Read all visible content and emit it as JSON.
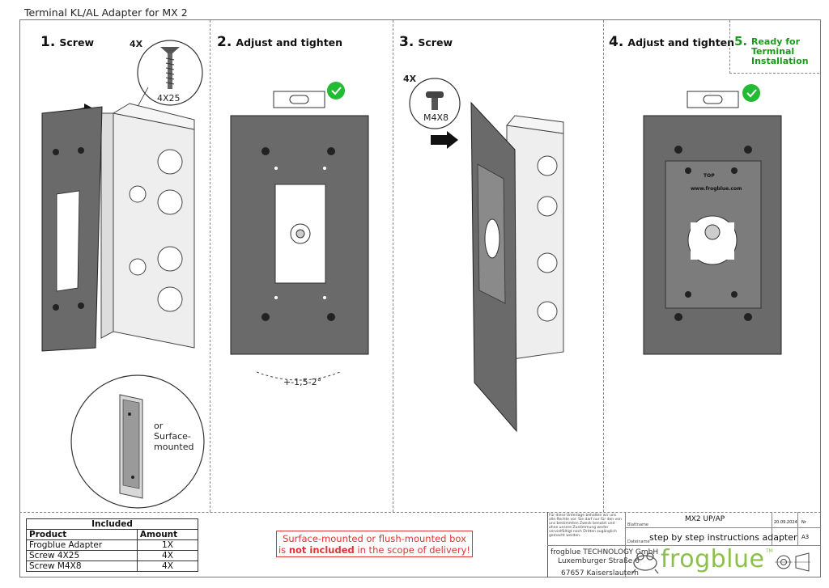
{
  "document": {
    "title": "Terminal KL/AL Adapter for MX 2"
  },
  "steps": [
    {
      "num": "1.",
      "label": "Screw"
    },
    {
      "num": "2.",
      "label": "Adjust and tighten"
    },
    {
      "num": "3.",
      "label": "Screw"
    },
    {
      "num": "4.",
      "label": "Adjust and tighten"
    },
    {
      "num": "5.",
      "label": "Ready for\nTerminal\nInstallation"
    }
  ],
  "step1": {
    "qty": "4X",
    "screw": "4X25",
    "alt": "or\nSurface-\nmounted"
  },
  "step2": {
    "tolerance": "+-1,5-2°"
  },
  "step3": {
    "qty": "4X",
    "screw": "M4X8"
  },
  "step4": {
    "plate_text_top": "TOP",
    "plate_text_url": "www.frogblue.com"
  },
  "included": {
    "title": "Included",
    "headers": [
      "Product",
      "Amount"
    ],
    "rows": [
      {
        "product": "Frogblue Adapter",
        "amount": "1X"
      },
      {
        "product": "Screw 4X25",
        "amount": "4X"
      },
      {
        "product": "Screw M4X8",
        "amount": "4X"
      }
    ]
  },
  "notice": {
    "line1": "Surface-mounted or flush-mounted box",
    "pre": "is ",
    "bold": "not included",
    "post": " in the scope of delivery!"
  },
  "title_block": {
    "legal": "Für diese Unterlage behalten wir uns alle Rechte vor. Sie darf nur für den von uns bestimmten Zweck benutzt und ohne unsere Zustimmung weder vervielfältigt noch Dritten zugänglich gemacht werden.",
    "company": "frogblue TECHNOLOGY GmbH",
    "street": "Luxemburger Straße 6",
    "city": "67657 Kaiserslautern",
    "sheet_label": "Blattname",
    "sheet_name": "MX2 UP/AP",
    "date": "20.09.2024",
    "nr_label": "Nr",
    "file_label": "Dateiname",
    "file_name": "step by step instructions adapter",
    "format": "A3",
    "brand": "frogblue",
    "tm": "TM"
  },
  "colors": {
    "plate": "#6a6a6a",
    "check": "#22bb33",
    "brand_green": "#8cc04a",
    "notice_red": "#e03333"
  }
}
